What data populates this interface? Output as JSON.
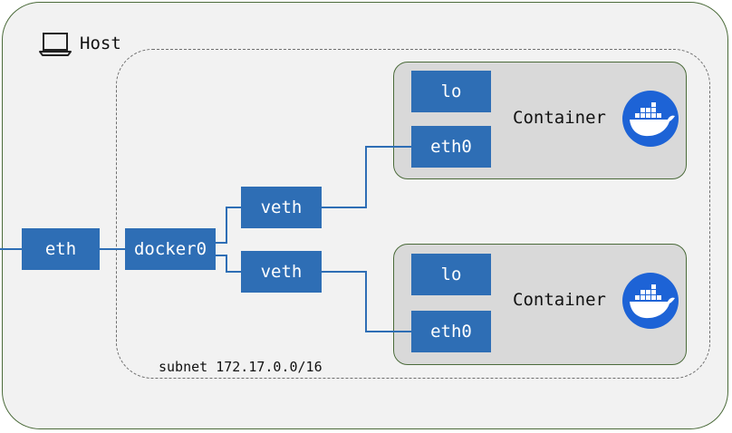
{
  "host": {
    "label": "Host",
    "icon": "laptop-icon"
  },
  "subnet": {
    "label": "subnet 172.17.0.0/16"
  },
  "interfaces": {
    "eth": "eth",
    "bridge": "docker0",
    "veth_top": "veth",
    "veth_bottom": "veth"
  },
  "containers": [
    {
      "title": "Container",
      "lo": "lo",
      "eth0": "eth0",
      "icon": "docker-whale-icon"
    },
    {
      "title": "Container",
      "lo": "lo",
      "eth0": "eth0",
      "icon": "docker-whale-icon"
    }
  ],
  "colors": {
    "box_fill": "#2e6eb5",
    "wire": "#2e6eb5",
    "host_border": "#4b6b3a",
    "host_fill": "#f2f2f2",
    "container_fill": "#d9d9d9",
    "docker_blue": "#1d63d6"
  }
}
